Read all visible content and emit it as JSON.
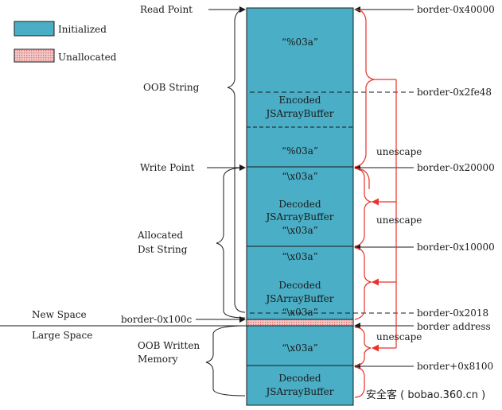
{
  "legend": {
    "initialized": "Initialized",
    "unallocated": "Unallocated"
  },
  "left_labels": {
    "read_point": "Read Point",
    "oob_string": "OOB String",
    "write_point": "Write Point",
    "allocated_dst_1": "Allocated",
    "allocated_dst_2": "Dst String",
    "new_space": "New Space",
    "large_space": "Large Space",
    "border_0x100c": "border-0x100c",
    "oob_written_1": "OOB Written",
    "oob_written_2": "Memory"
  },
  "cells": {
    "c1": "“%03a”",
    "c2a": "Encoded",
    "c2b": "JSArrayBuffer",
    "c3": "“%03a”",
    "c4": "“\\x03a”",
    "c5a": "Decoded",
    "c5b": "JSArrayBuffer",
    "c5c": "“\\x03a”",
    "c6": "“\\x03a”",
    "c7a": "Decoded",
    "c7b": "JSArrayBuffer",
    "c7c": "“\\x03a”",
    "c8": "“\\x03a”",
    "c9a": "Decoded",
    "c9b": "JSArrayBuffer"
  },
  "right_labels": {
    "b40000": "border-0x40000",
    "b2fe48": "border-0x2fe48",
    "unescape1": "unescape",
    "b20000": "border-0x20000",
    "unescape2": "unescape",
    "b10000": "border-0x10000",
    "b2018": "border-0x2018",
    "border_address": "border address",
    "unescape3": "unescape",
    "b8100": "border+0x8100"
  },
  "watermark": "安全客 ( bobao.360.cn )",
  "colors": {
    "initialized": "#4aaec6",
    "unallocated": "#f0b4b4",
    "arrow_red": "#e8332a",
    "line": "#1a1a1a"
  }
}
